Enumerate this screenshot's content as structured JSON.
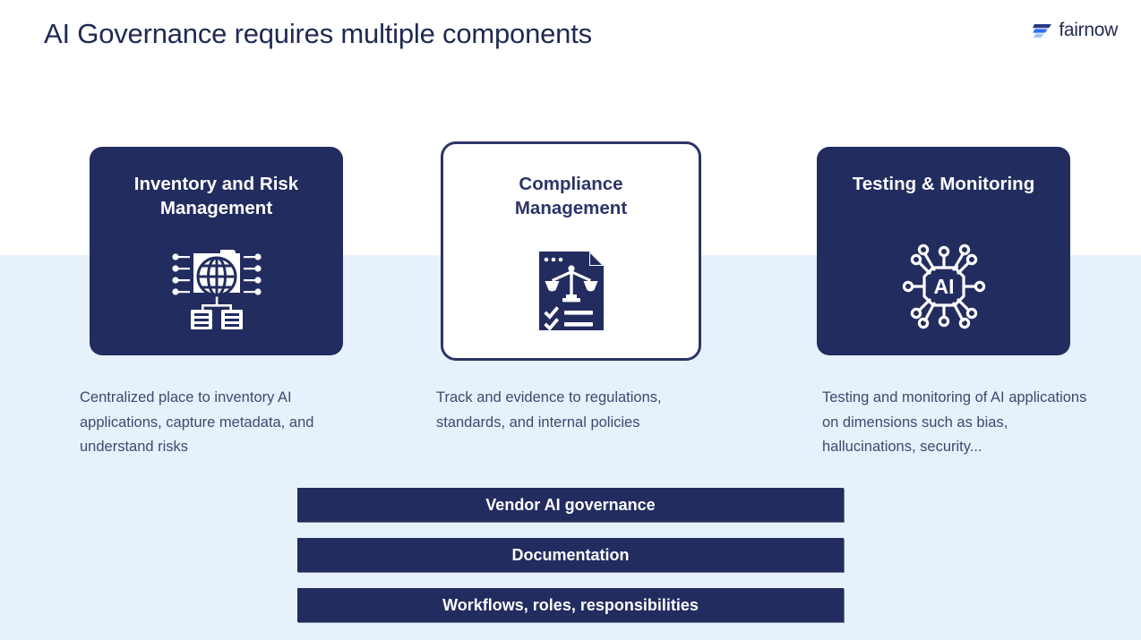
{
  "header": {
    "title": "AI Governance requires multiple components",
    "brand": {
      "name": "fairnow",
      "logo_icon": "stacked-bars-icon"
    }
  },
  "colors": {
    "navy": "#232c5f",
    "navy_text": "#1f2a52",
    "body_text": "#3c4b6e",
    "panel_blue": "#e6f1fc",
    "white": "#ffffff",
    "logo_blue_dark": "#2a3a86",
    "logo_blue_mid": "#2f6df6",
    "logo_blue_light": "#9dc4fb"
  },
  "cards": [
    {
      "title": "Inventory and Risk Management",
      "style": "filled",
      "icon": "globe-folder-servers-icon",
      "caption": "Centralized place to inventory AI applications, capture metadata, and understand risks"
    },
    {
      "title": "Compliance Management",
      "style": "outlined",
      "icon": "document-scales-checklist-icon",
      "caption": "Track and evidence to regulations, standards, and internal policies"
    },
    {
      "title": "Testing & Monitoring",
      "style": "filled",
      "icon": "ai-chip-network-icon",
      "caption": "Testing and monitoring of AI applications on dimensions such as bias, hallucinations, security..."
    }
  ],
  "bars": [
    {
      "label": "Vendor AI governance"
    },
    {
      "label": "Documentation"
    },
    {
      "label": "Workflows, roles, responsibilities"
    }
  ]
}
